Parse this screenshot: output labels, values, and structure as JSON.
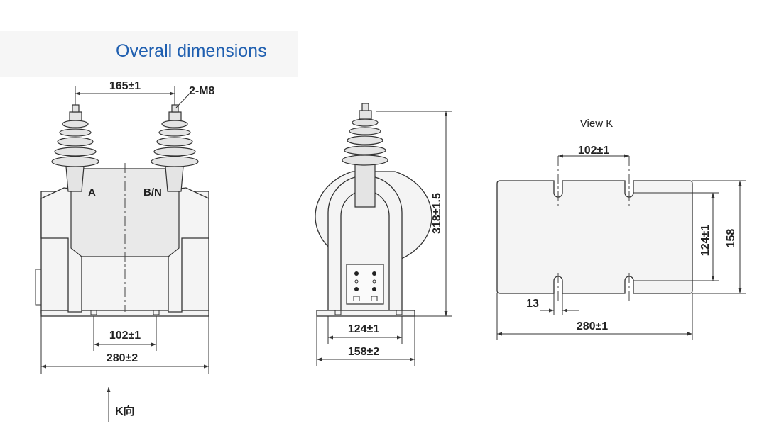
{
  "title": "Overall dimensions",
  "front": {
    "dim_top": "165±1",
    "thread": "2-M8",
    "label_a": "A",
    "label_bn": "B/N",
    "dim_base_inner": "102±1",
    "dim_base_total": "280±2",
    "arrow_label": "K向"
  },
  "side": {
    "dim_height": "318±1.5",
    "dim_inner": "124±1",
    "dim_total": "158±2"
  },
  "view_k": {
    "title": "View K",
    "dim_top": "102±1",
    "dim_slot": "13",
    "dim_length": "280±1",
    "dim_inner_h": "124±1",
    "dim_height": "158"
  }
}
